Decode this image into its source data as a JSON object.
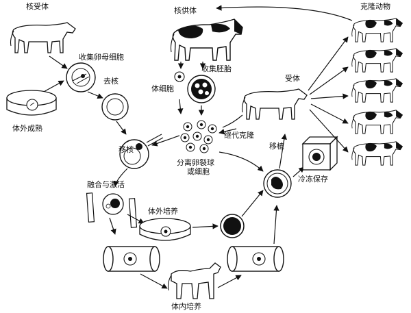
{
  "labels": {
    "recipient_source": "核受体",
    "nucleus_donor": "核供体",
    "cloned_animals": "克隆动物",
    "collect_oocyte": "收集卵母细胞",
    "enucleate": "去核",
    "in_vitro_maturation": "体外成熟",
    "somatic_cell": "体细胞",
    "collect_embryo": "收集胚胎",
    "nuclear_transfer": "移核",
    "isolate_cells": [
      "分离卵裂球",
      "或细胞"
    ],
    "serial_cloning": "继代克隆",
    "recipient": "受体",
    "transfer": "移植",
    "fusion_activation": "融合与激活",
    "cryopreservation": "冷冻保存",
    "in_vitro_culture": "体外培养",
    "in_vivo_culture": "体内培养"
  },
  "colors": {
    "ink": "#111111",
    "paper": "#ffffff"
  }
}
